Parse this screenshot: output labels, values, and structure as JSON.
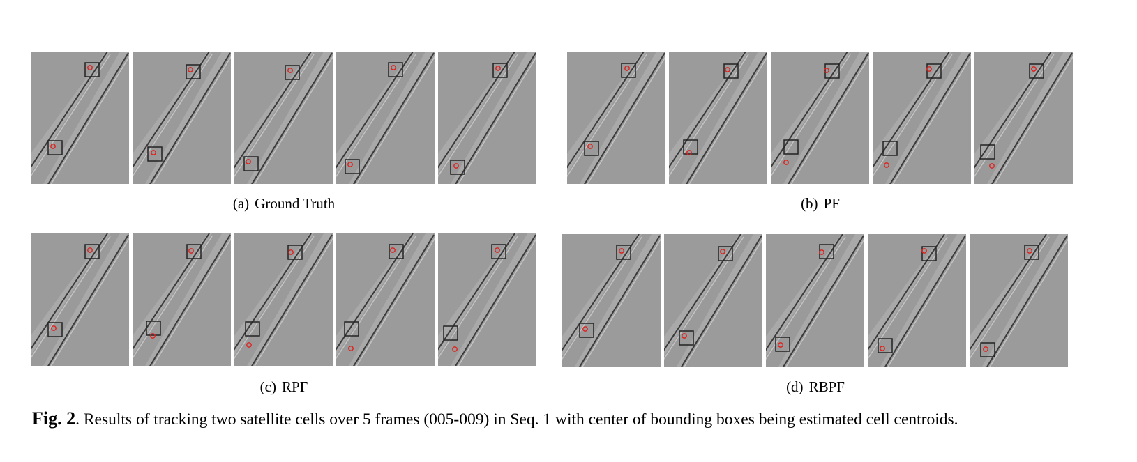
{
  "figure": {
    "label": "Fig. 2",
    "caption": ". Results of tracking two satellite cells over 5 frames (005-009) in Seq. 1 with center of bounding boxes being estimated cell centroids."
  },
  "panels": [
    {
      "id": "a",
      "tag": "(a)",
      "title": "Ground Truth"
    },
    {
      "id": "b",
      "tag": "(b)",
      "title": "PF"
    },
    {
      "id": "c",
      "tag": "(c)",
      "title": "RPF"
    },
    {
      "id": "d",
      "tag": "(d)",
      "title": "RBPF"
    }
  ],
  "colors": {
    "background_gray": "#9b9b9b",
    "fiber_edge": "#3a3a3a",
    "fiber_light": "#c4c4c4",
    "box": "#222222",
    "centroid": "#e0201c"
  }
}
